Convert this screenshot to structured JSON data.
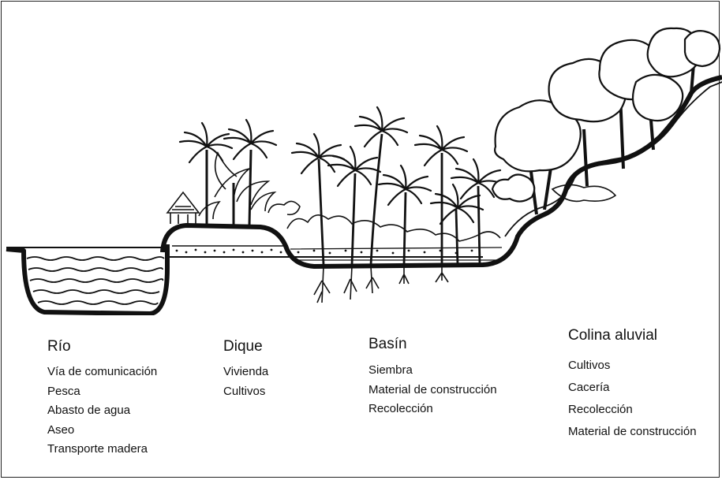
{
  "zones": [
    {
      "id": "rio",
      "title": "Río",
      "items": [
        "Vía de comunicación",
        "Pesca",
        "Abasto de agua",
        "Aseo",
        "Transporte madera"
      ]
    },
    {
      "id": "dique",
      "title": "Dique",
      "items": [
        "Vivienda",
        "Cultivos"
      ]
    },
    {
      "id": "basin",
      "title": "Basín",
      "items": [
        "Siembra",
        "Material de construcción",
        "Recolección"
      ]
    },
    {
      "id": "colina",
      "title": "Colina aluvial",
      "items": [
        "Cultivos",
        "Cacería",
        "Recolección",
        "Material de construcción"
      ]
    }
  ],
  "colors": {
    "ink": "#111111",
    "background": "#ffffff"
  }
}
